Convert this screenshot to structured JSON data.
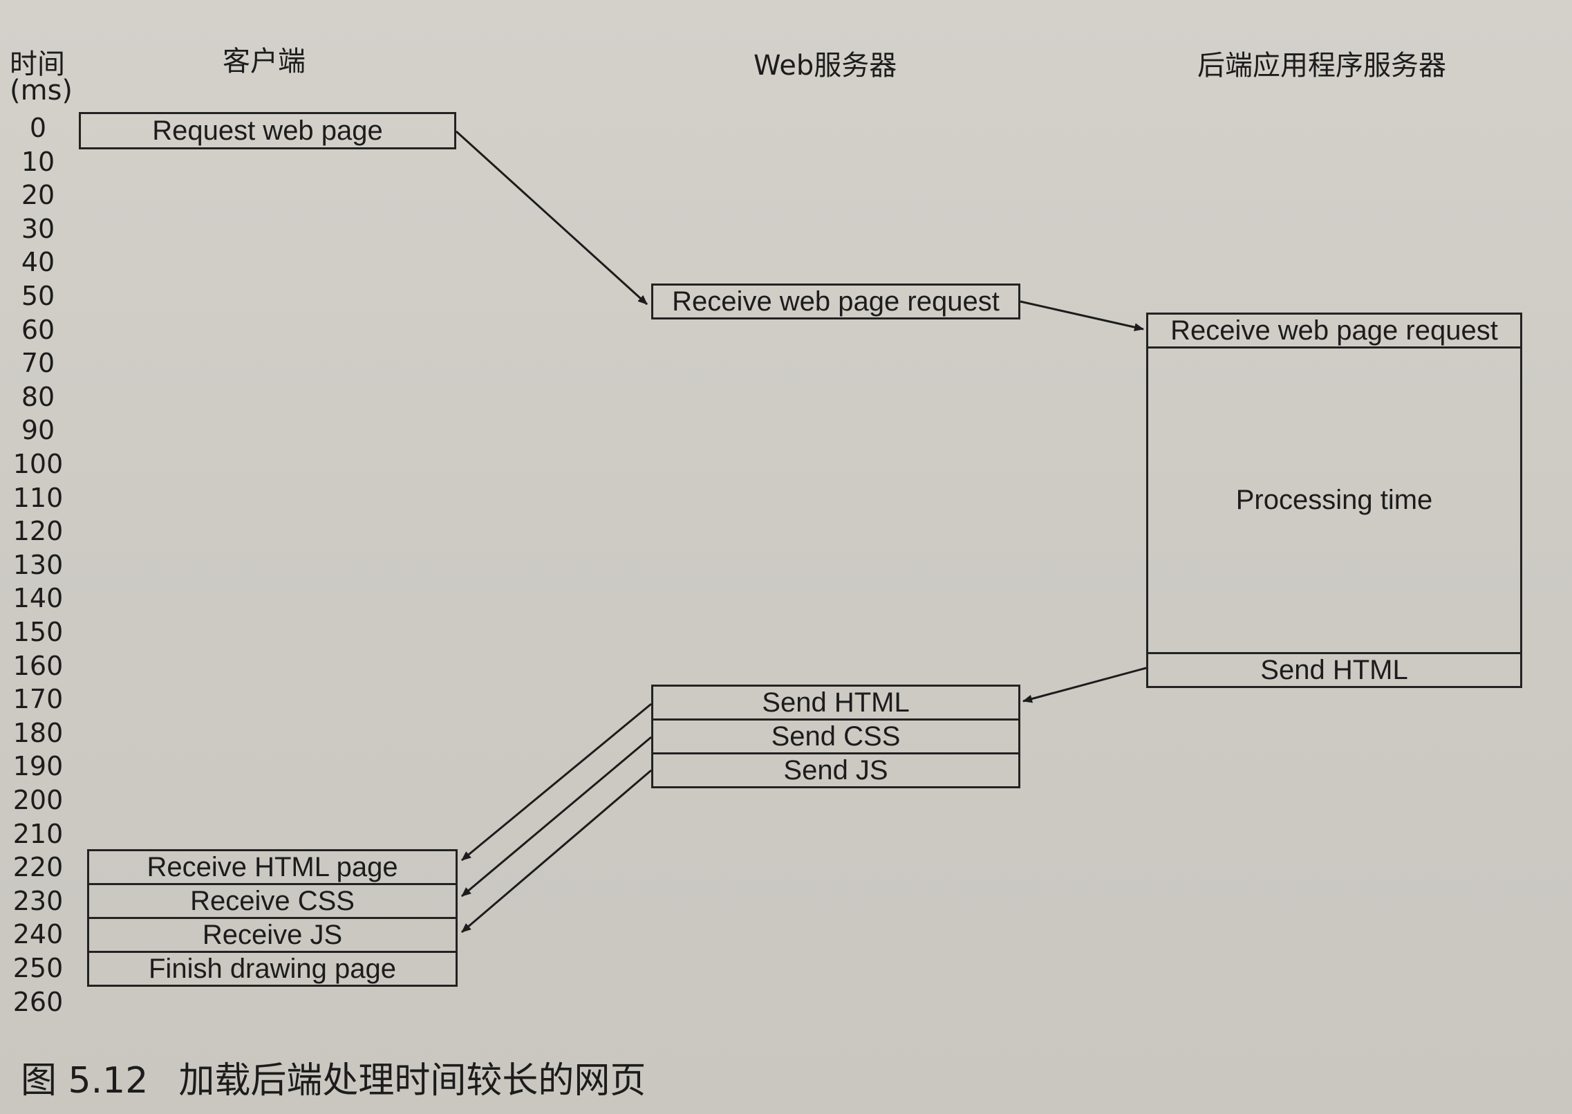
{
  "time_axis": {
    "label_line1": "时间",
    "label_line2": "(ms)",
    "ticks": [
      "0",
      "10",
      "20",
      "30",
      "40",
      "50",
      "60",
      "70",
      "80",
      "90",
      "100",
      "110",
      "120",
      "130",
      "140",
      "150",
      "160",
      "170",
      "180",
      "190",
      "200",
      "210",
      "220",
      "230",
      "240",
      "250",
      "260"
    ]
  },
  "columns": {
    "client": "客户端",
    "web_server": "Web服务器",
    "backend": "后端应用程序服务器"
  },
  "client": {
    "request": "Request web page",
    "receive_html": "Receive HTML page",
    "receive_css": "Receive CSS",
    "receive_js": "Receive JS",
    "finish": "Finish drawing page"
  },
  "web_server": {
    "receive_request": "Receive web page request",
    "send_html": "Send HTML",
    "send_css": "Send CSS",
    "send_js": "Send JS"
  },
  "backend": {
    "receive_request": "Receive web page request",
    "processing": "Processing time",
    "send_html": "Send HTML"
  },
  "caption": {
    "number": "图 5.12",
    "text": "加载后端处理时间较长的网页"
  }
}
